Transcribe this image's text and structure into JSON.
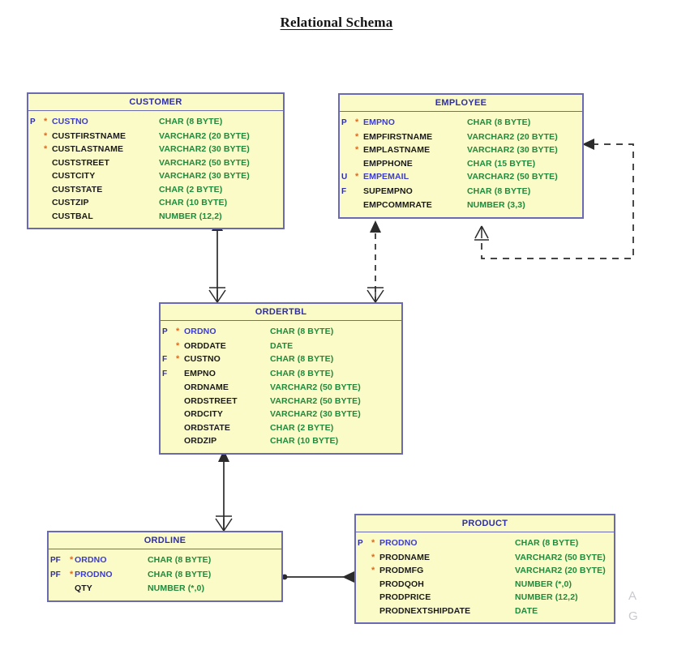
{
  "page": {
    "title": "Relational Schema",
    "watermark": [
      "A",
      "G"
    ]
  },
  "style": {
    "box_fill": "#fbfbc8",
    "box_border": "#6a6ab4",
    "title_color": "#2e2ea8",
    "key_marker_color": "#2e2ea8",
    "mandatory_marker_color": "#e06a1b",
    "attribute_name_color": "#1a1a1a",
    "key_attribute_name_color": "#3b3bd4",
    "datatype_color": "#1f8a3c",
    "connector_color": "#2b2b2b"
  },
  "entities": [
    {
      "id": "customer",
      "name": "CUSTOMER",
      "attributes": [
        {
          "key": "P",
          "mandatory": "*",
          "name": "CUSTNO",
          "type": "CHAR (8 BYTE)"
        },
        {
          "key": "",
          "mandatory": "*",
          "name": "CUSTFIRSTNAME",
          "type": "VARCHAR2 (20 BYTE)"
        },
        {
          "key": "",
          "mandatory": "*",
          "name": "CUSTLASTNAME",
          "type": "VARCHAR2 (30 BYTE)"
        },
        {
          "key": "",
          "mandatory": "",
          "name": "CUSTSTREET",
          "type": "VARCHAR2 (50 BYTE)"
        },
        {
          "key": "",
          "mandatory": "",
          "name": "CUSTCITY",
          "type": "VARCHAR2 (30 BYTE)"
        },
        {
          "key": "",
          "mandatory": "",
          "name": "CUSTSTATE",
          "type": "CHAR (2 BYTE)"
        },
        {
          "key": "",
          "mandatory": "",
          "name": "CUSTZIP",
          "type": "CHAR (10 BYTE)"
        },
        {
          "key": "",
          "mandatory": "",
          "name": "CUSTBAL",
          "type": "NUMBER (12,2)"
        }
      ]
    },
    {
      "id": "employee",
      "name": "EMPLOYEE",
      "attributes": [
        {
          "key": "P",
          "mandatory": "*",
          "name": "EMPNO",
          "type": "CHAR (8 BYTE)"
        },
        {
          "key": "",
          "mandatory": "*",
          "name": "EMPFIRSTNAME",
          "type": "VARCHAR2 (20 BYTE)"
        },
        {
          "key": "",
          "mandatory": "*",
          "name": "EMPLASTNAME",
          "type": "VARCHAR2 (30 BYTE)"
        },
        {
          "key": "",
          "mandatory": "",
          "name": "EMPPHONE",
          "type": "CHAR (15 BYTE)"
        },
        {
          "key": "U",
          "mandatory": "*",
          "name": "EMPEMAIL",
          "type": "VARCHAR2 (50 BYTE)"
        },
        {
          "key": "F",
          "mandatory": "",
          "name": "SUPEMPNO",
          "type": "CHAR (8 BYTE)"
        },
        {
          "key": "",
          "mandatory": "",
          "name": "EMPCOMMRATE",
          "type": "NUMBER (3,3)"
        }
      ]
    },
    {
      "id": "ordertbl",
      "name": "ORDERTBL",
      "attributes": [
        {
          "key": "P",
          "mandatory": "*",
          "name": "ORDNO",
          "type": "CHAR (8 BYTE)"
        },
        {
          "key": "",
          "mandatory": "*",
          "name": "ORDDATE",
          "type": "DATE"
        },
        {
          "key": "F",
          "mandatory": "*",
          "name": "CUSTNO",
          "type": "CHAR (8 BYTE)"
        },
        {
          "key": "F",
          "mandatory": "",
          "name": "EMPNO",
          "type": "CHAR (8 BYTE)"
        },
        {
          "key": "",
          "mandatory": "",
          "name": "ORDNAME",
          "type": "VARCHAR2 (50 BYTE)"
        },
        {
          "key": "",
          "mandatory": "",
          "name": "ORDSTREET",
          "type": "VARCHAR2 (50 BYTE)"
        },
        {
          "key": "",
          "mandatory": "",
          "name": "ORDCITY",
          "type": "VARCHAR2 (30 BYTE)"
        },
        {
          "key": "",
          "mandatory": "",
          "name": "ORDSTATE",
          "type": "CHAR (2 BYTE)"
        },
        {
          "key": "",
          "mandatory": "",
          "name": "ORDZIP",
          "type": "CHAR (10 BYTE)"
        }
      ]
    },
    {
      "id": "ordline",
      "name": "ORDLINE",
      "attributes": [
        {
          "key": "PF",
          "mandatory": "*",
          "name": "ORDNO",
          "type": "CHAR (8 BYTE)"
        },
        {
          "key": "PF",
          "mandatory": "*",
          "name": "PRODNO",
          "type": "CHAR (8 BYTE)"
        },
        {
          "key": "",
          "mandatory": "",
          "name": "QTY",
          "type": "NUMBER (*,0)"
        }
      ]
    },
    {
      "id": "product",
      "name": "PRODUCT",
      "attributes": [
        {
          "key": "P",
          "mandatory": "*",
          "name": "PRODNO",
          "type": "CHAR (8 BYTE)"
        },
        {
          "key": "",
          "mandatory": "*",
          "name": "PRODNAME",
          "type": "VARCHAR2 (50 BYTE)"
        },
        {
          "key": "",
          "mandatory": "*",
          "name": "PRODMFG",
          "type": "VARCHAR2 (20 BYTE)"
        },
        {
          "key": "",
          "mandatory": "",
          "name": "PRODQOH",
          "type": "NUMBER (*,0)"
        },
        {
          "key": "",
          "mandatory": "",
          "name": "PRODPRICE",
          "type": "NUMBER (12,2)"
        },
        {
          "key": "",
          "mandatory": "",
          "name": "PRODNEXTSHIPDATE",
          "type": "DATE"
        }
      ]
    }
  ],
  "relationships": [
    {
      "id": "customer-ordertbl",
      "from": "ORDERTBL",
      "to": "CUSTOMER",
      "line": "solid",
      "from_end": "crows-foot",
      "to_end": "arrow"
    },
    {
      "id": "employee-ordertbl",
      "from": "ORDERTBL",
      "to": "EMPLOYEE",
      "line": "dashed",
      "from_end": "crows-foot",
      "to_end": "arrow"
    },
    {
      "id": "employee-employee",
      "from": "EMPLOYEE",
      "to": "EMPLOYEE",
      "line": "dashed",
      "from_end": "crows-foot",
      "to_end": "arrow"
    },
    {
      "id": "ordertbl-ordline",
      "from": "ORDLINE",
      "to": "ORDERTBL",
      "line": "solid",
      "from_end": "crows-foot",
      "to_end": "arrow"
    },
    {
      "id": "ordline-product",
      "from": "ORDLINE",
      "to": "PRODUCT",
      "line": "solid",
      "from_end": "dot",
      "to_end": "arrow"
    }
  ]
}
